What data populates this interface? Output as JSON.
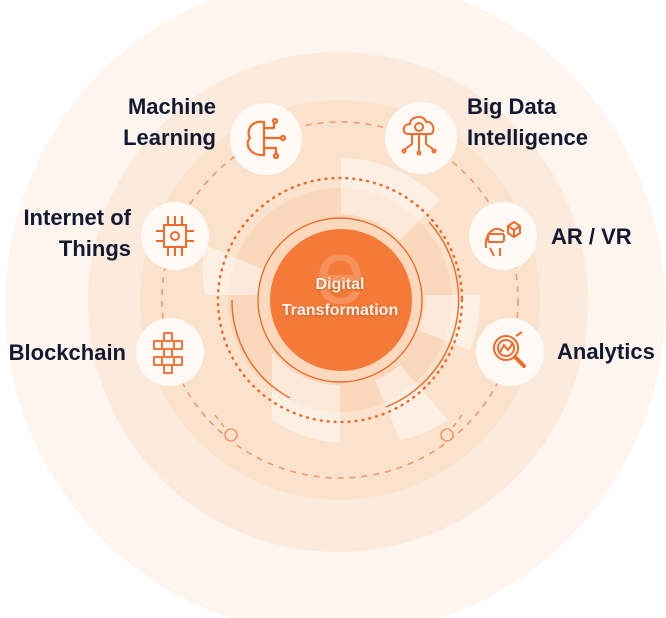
{
  "center": {
    "line1": "Digital",
    "line2": "Transformation",
    "watermark": "e"
  },
  "nodes": [
    {
      "id": "machine-learning",
      "line1": "Machine",
      "line2": "Learning",
      "icon": "brain-circuit-icon"
    },
    {
      "id": "big-data",
      "line1": "Big Data",
      "line2": "Intelligence",
      "icon": "cloud-gear-network-icon"
    },
    {
      "id": "iot",
      "line1": "Internet of",
      "line2": "Things",
      "icon": "chip-icon"
    },
    {
      "id": "ar-vr",
      "line1": "AR / VR",
      "line2": "",
      "icon": "vr-headset-cube-icon"
    },
    {
      "id": "blockchain",
      "line1": "Blockchain",
      "line2": "",
      "icon": "cubes-network-icon"
    },
    {
      "id": "analytics",
      "line1": "Analytics",
      "line2": "",
      "icon": "magnifier-chart-icon"
    }
  ],
  "colors": {
    "accent": "#f47a3a",
    "text": "#121a33",
    "bg_light": "#fdf3ea",
    "bg_mid": "#fbe6d4"
  }
}
